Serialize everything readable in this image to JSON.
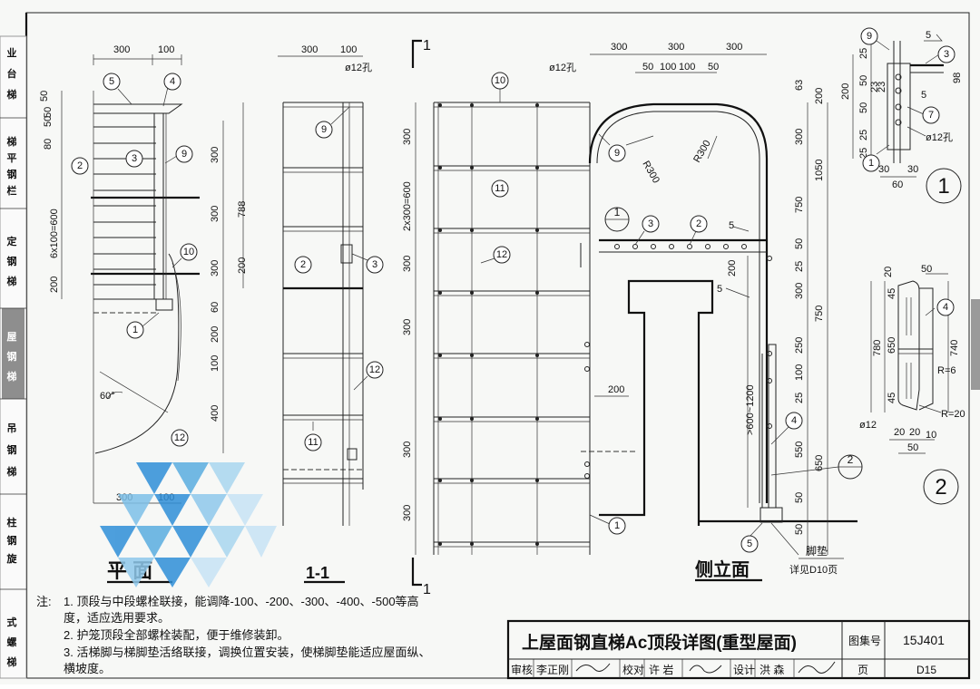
{
  "side_tabs": [
    "业",
    "台",
    "梯",
    "梯",
    "平",
    "钢",
    "栏",
    "定",
    "钢",
    "梯",
    "屋",
    "钢",
    "梯",
    "吊",
    "钢",
    "梯",
    "柱",
    "钢",
    "旋",
    "式",
    "螺",
    "梯"
  ],
  "views": {
    "plan": "平  面",
    "section": "1-1",
    "elevation": "侧立面",
    "section_mark": "1"
  },
  "callouts": {
    "plan": [
      "5",
      "4",
      "2",
      "3",
      "9",
      "10",
      "1",
      "12"
    ],
    "section": [
      "9",
      "2",
      "3",
      "12",
      "11"
    ],
    "front": [
      "10",
      "9",
      "11",
      "12",
      "3",
      "2",
      "1",
      "4",
      "5"
    ],
    "detail1": [
      "9",
      "3",
      "7",
      "1"
    ],
    "detail2": [
      "4"
    ],
    "detail1_label": "1",
    "detail2_label": "2",
    "detail1_ref": "1",
    "detail2_ref": "2"
  },
  "dims": {
    "plan_top": [
      "300",
      "100"
    ],
    "plan_bottom": [
      "300",
      "100"
    ],
    "plan_left": [
      "50",
      "50",
      "80",
      "50",
      "6x100=600",
      "200"
    ],
    "plan_right": [
      "300",
      "300",
      "300",
      "60",
      "200",
      "100",
      "400"
    ],
    "plan_angle": "60°",
    "section_top": [
      "300",
      "100"
    ],
    "section_left": [
      "788",
      "200"
    ],
    "hole": "ø12孔",
    "front_top": [
      "300",
      "300",
      "300"
    ],
    "front_top2": [
      "50",
      "100",
      "100",
      "50"
    ],
    "front_left": [
      "300",
      "2x300=600",
      "300",
      "300",
      "300",
      "300"
    ],
    "radius1": "R300",
    "radius2": "R300",
    "front_200": "200",
    "front_200b": "200",
    "front_range": ">600~1200",
    "right_col": [
      "63",
      "300",
      "750",
      "50",
      "25",
      "300",
      "250",
      "100",
      "25"
    ],
    "right_col2": [
      "200",
      "1050",
      "750",
      "550",
      "650",
      "50",
      "50"
    ],
    "d1_dims": [
      "25",
      "50",
      "50",
      "25",
      "25",
      "200",
      "98",
      "30",
      "30",
      "60",
      "5",
      "5",
      "23",
      "23"
    ],
    "d1_hole": "ø12孔",
    "d2_dims": [
      "20",
      "50",
      "45",
      "650",
      "45",
      "780",
      "740",
      "R=6",
      "R=20",
      "ø12",
      "20",
      "20",
      "10",
      "50"
    ],
    "weld5": "5"
  },
  "foot_pad": {
    "label": "脚垫",
    "ref": "详见D10页"
  },
  "notes": {
    "title": "注:",
    "items": [
      "1. 顶段与中段螺栓联接，能调降-100、-200、-300、-400、-500等高",
      "   度，适应选用要求。",
      "2. 护笼顶段全部螺栓装配，便于维修装卸。",
      "3. 活梯脚与梯脚垫活络联接，调换位置安装，使梯脚垫能适应屋面纵、",
      "   横坡度。"
    ]
  },
  "title_block": {
    "title": "上屋面钢直梯Ac顶段详图(重型屋面)",
    "atlas_label": "图集号",
    "atlas_no": "15J401",
    "review_label": "审核",
    "reviewer": "李正刚",
    "check_label": "校对",
    "checker": "许  岩",
    "design_label": "设计",
    "designer": "洪  森",
    "page_label": "页",
    "page_no": "D15"
  },
  "colors": {
    "line": "#222222",
    "watermark": "#5aaee0",
    "paper": "#f7f8f6"
  }
}
